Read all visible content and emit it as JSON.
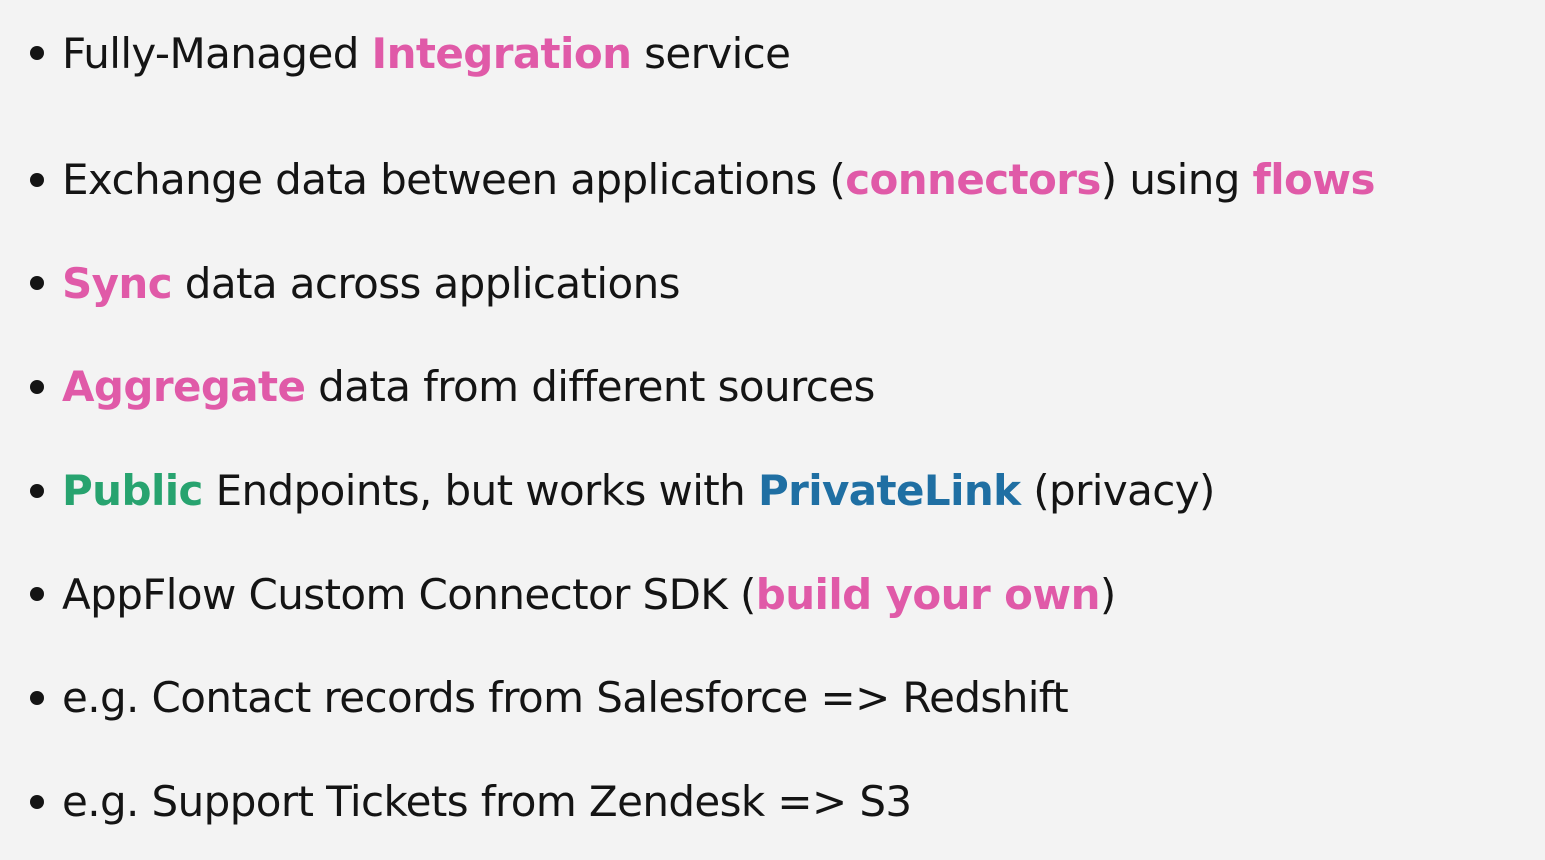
{
  "colors": {
    "background": "#f3f3f3",
    "text": "#141414",
    "pink_highlight": "#e05aa8",
    "green_highlight": "#27a36f",
    "blue_highlight": "#1f6fa3"
  },
  "bullets": [
    {
      "segments": [
        {
          "text": "Fully-Managed ",
          "style": "plain"
        },
        {
          "text": "Integration",
          "style": "pink"
        },
        {
          "text": " service",
          "style": "plain"
        }
      ]
    },
    {
      "segments": [
        {
          "text": "Exchange data between applications (",
          "style": "plain"
        },
        {
          "text": "connectors",
          "style": "pink"
        },
        {
          "text": ") using ",
          "style": "plain"
        },
        {
          "text": "flows",
          "style": "pink"
        }
      ]
    },
    {
      "segments": [
        {
          "text": "Sync",
          "style": "pink"
        },
        {
          "text": " data across applications",
          "style": "plain"
        }
      ]
    },
    {
      "segments": [
        {
          "text": "Aggregate",
          "style": "pink"
        },
        {
          "text": " data from different sources",
          "style": "plain"
        }
      ]
    },
    {
      "segments": [
        {
          "text": "Public",
          "style": "green"
        },
        {
          "text": " Endpoints, but works with ",
          "style": "plain"
        },
        {
          "text": "PrivateLink",
          "style": "blue"
        },
        {
          "text": " (privacy)",
          "style": "plain"
        }
      ]
    },
    {
      "segments": [
        {
          "text": "AppFlow Custom Connector SDK (",
          "style": "plain"
        },
        {
          "text": "build your own",
          "style": "pink"
        },
        {
          "text": ")",
          "style": "plain"
        }
      ]
    },
    {
      "segments": [
        {
          "text": "e.g. Contact records from Salesforce => Redshift",
          "style": "plain"
        }
      ]
    },
    {
      "segments": [
        {
          "text": "e.g. Support Tickets from Zendesk => S3",
          "style": "plain"
        }
      ]
    }
  ]
}
